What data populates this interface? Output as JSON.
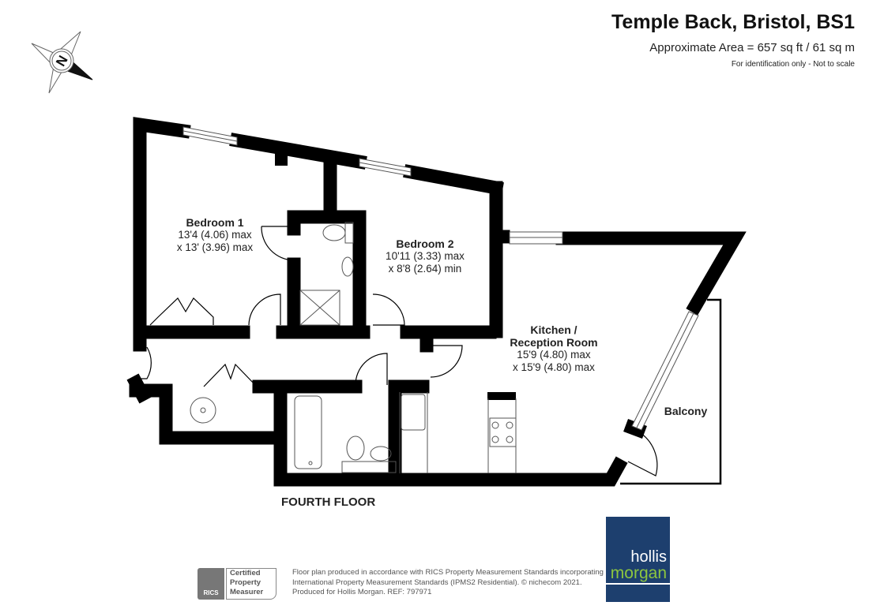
{
  "header": {
    "title": "Temple Back, Bristol, BS1",
    "area": "Approximate Area = 657 sq ft / 61 sq m",
    "note": "For identification only - Not to scale"
  },
  "compass": {
    "label": "N"
  },
  "rooms": [
    {
      "name": "Bedroom 1",
      "dim1": "13'4 (4.06) max",
      "dim2": "x 13' (3.96) max"
    },
    {
      "name": "Bedroom 2",
      "dim1": "10'11 (3.33) max",
      "dim2": "x 8'8 (2.64) min"
    },
    {
      "name": "Kitchen /",
      "name2": "Reception Room",
      "dim1": "15'9 (4.80) max",
      "dim2": "x 15'9 (4.80) max"
    },
    {
      "name": "Balcony"
    }
  ],
  "floor_label": "FOURTH FLOOR",
  "footer": {
    "rics_badge": "RICS",
    "rics_cert": [
      "Certified",
      "Property",
      "Measurer"
    ],
    "legal": [
      "Floor plan produced in accordance with RICS Property Measurement Standards incorporating",
      "International Property Measurement Standards (IPMS2 Residential).   © nichecom 2021.",
      "Produced for Hollis Morgan.   REF:  797971"
    ],
    "logo": [
      "hollis",
      "morgan"
    ]
  }
}
